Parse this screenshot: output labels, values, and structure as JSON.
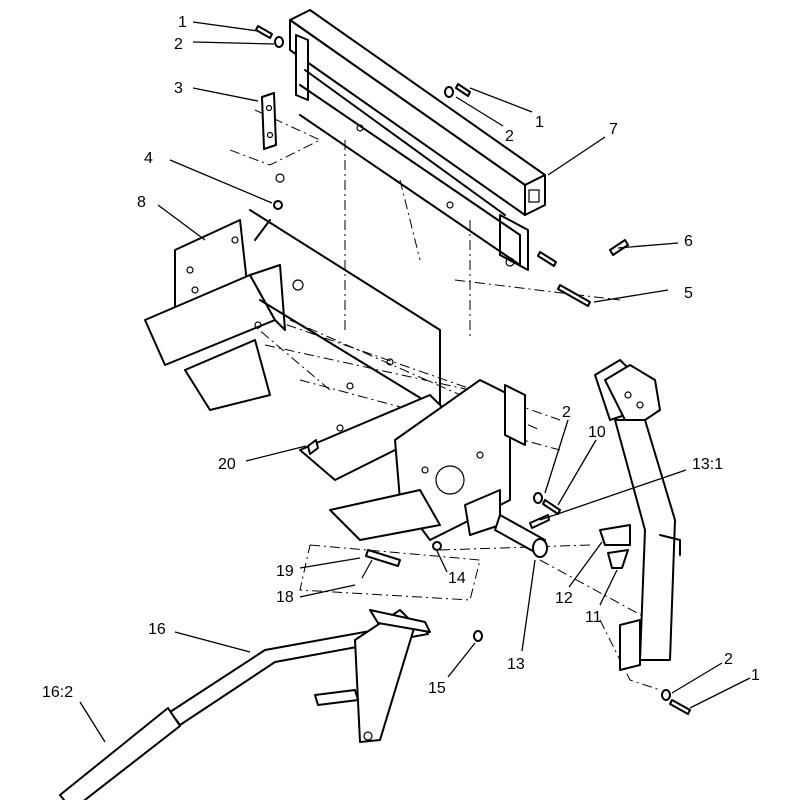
{
  "callouts": [
    {
      "id": "c1a",
      "text": "1"
    },
    {
      "id": "c2a",
      "text": "2"
    },
    {
      "id": "c3",
      "text": "3"
    },
    {
      "id": "c1b",
      "text": "1"
    },
    {
      "id": "c2b",
      "text": "2"
    },
    {
      "id": "c7",
      "text": "7"
    },
    {
      "id": "c4",
      "text": "4"
    },
    {
      "id": "c8",
      "text": "8"
    },
    {
      "id": "c6",
      "text": "6"
    },
    {
      "id": "c5",
      "text": "5"
    },
    {
      "id": "c2c",
      "text": "2"
    },
    {
      "id": "c10",
      "text": "10"
    },
    {
      "id": "c20",
      "text": "20"
    },
    {
      "id": "c13_1",
      "text": "13:1"
    },
    {
      "id": "c19",
      "text": "19"
    },
    {
      "id": "c14",
      "text": "14"
    },
    {
      "id": "c18",
      "text": "18"
    },
    {
      "id": "c12",
      "text": "12"
    },
    {
      "id": "c11",
      "text": "11"
    },
    {
      "id": "c16",
      "text": "16"
    },
    {
      "id": "c15",
      "text": "15"
    },
    {
      "id": "c13",
      "text": "13"
    },
    {
      "id": "c2d",
      "text": "2"
    },
    {
      "id": "c1c",
      "text": "1"
    },
    {
      "id": "c16_2",
      "text": "16:2"
    }
  ]
}
